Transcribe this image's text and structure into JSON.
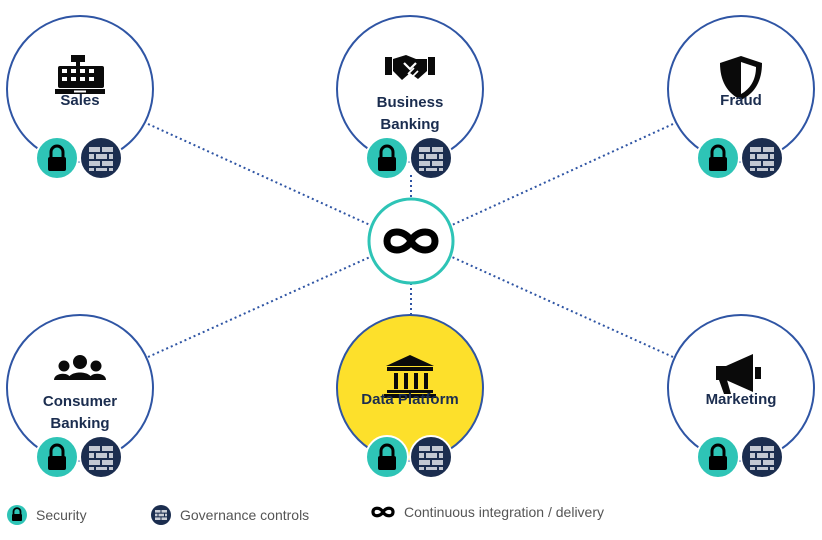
{
  "colors": {
    "ring": "#2f55a4",
    "security": "#2ec4b6",
    "governance": "#1b2d4f",
    "hub_ring": "#2ec4b6",
    "highlight": "#fde02b",
    "connector": "#2f55a4",
    "text": "#1b2d4f"
  },
  "hub": {
    "icon": "infinity-icon"
  },
  "nodes": [
    {
      "id": "sales",
      "label_lines": [
        "Sales"
      ],
      "icon": "cash-register-icon",
      "highlight": false
    },
    {
      "id": "business-banking",
      "label_lines": [
        "Business",
        "Banking"
      ],
      "icon": "handshake-icon",
      "highlight": false
    },
    {
      "id": "fraud",
      "label_lines": [
        "Fraud"
      ],
      "icon": "shield-icon",
      "highlight": false
    },
    {
      "id": "consumer-banking",
      "label_lines": [
        "Consumer",
        "Banking"
      ],
      "icon": "users-icon",
      "highlight": false
    },
    {
      "id": "data-platform",
      "label_lines": [
        "Data Platform"
      ],
      "icon": "bank-icon",
      "highlight": true
    },
    {
      "id": "marketing",
      "label_lines": [
        "Marketing"
      ],
      "icon": "megaphone-icon",
      "highlight": false
    }
  ],
  "badges": {
    "security_icon": "lock-icon",
    "governance_icon": "brick-wall-icon"
  },
  "legend": {
    "security": "Security",
    "governance": "Governance controls",
    "ci_cd": "Continuous integration / delivery"
  }
}
